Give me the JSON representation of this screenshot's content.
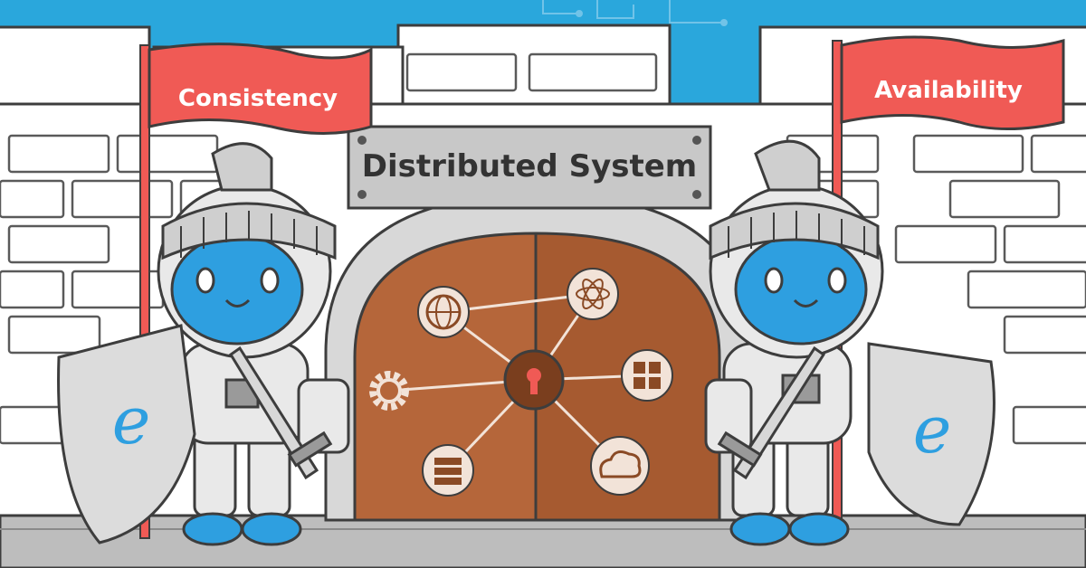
{
  "banner": {
    "title": "Distributed System"
  },
  "flags": {
    "left": {
      "label": "Consistency",
      "color": "#f05a55"
    },
    "right": {
      "label": "Availability",
      "color": "#f05a55"
    }
  },
  "colors": {
    "sky": "#2aa7dc",
    "wall": "#ffffff",
    "wall_shadow": "#c9c9c9",
    "mortar": "#5a5a5a",
    "door": "#b5663a",
    "door_dark": "#a65a30",
    "stone": "#cfcfcf",
    "knight_face": "#2e9fe0",
    "ground": "#bdbdbd"
  },
  "door_icons": [
    "globe-icon",
    "gear-icon",
    "server-icon",
    "atom-icon",
    "calculator-icon",
    "cloud-icon",
    "keyhole-icon"
  ],
  "shield_logo": "alibaba-cloud-logo"
}
